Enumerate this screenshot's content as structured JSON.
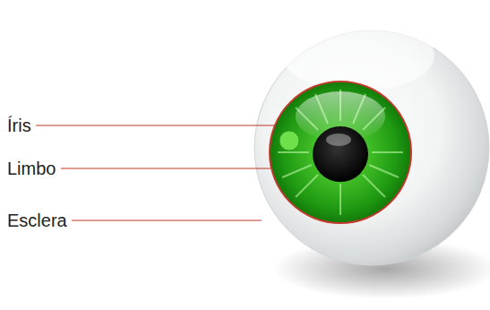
{
  "diagram": {
    "labels": [
      "Íris",
      "Limbo",
      "Esclera"
    ]
  }
}
